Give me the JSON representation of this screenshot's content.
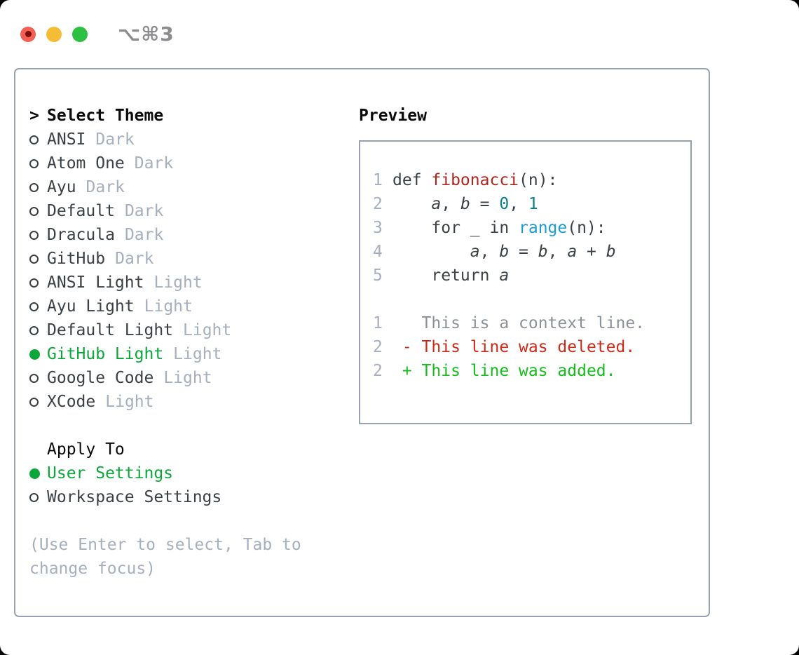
{
  "window": {
    "title": "⌥⌘3"
  },
  "colors": {
    "accent_green": "#0ca73b",
    "added_green": "#16bd1d",
    "deleted_red": "#cd2a18",
    "function_red": "#b0261c",
    "number_teal": "#0e7f8a",
    "builtin_blue": "#1d9bd4",
    "muted_gray": "#a5afbd",
    "border_gray": "#98a2ae",
    "text_dark": "#3a4045",
    "context_gray": "#8b9199",
    "header_black": "#0a0a0a",
    "titlebar_gray": "#8b8b90"
  },
  "theme_picker": {
    "prompt": ">",
    "header": "Select Theme",
    "items": [
      {
        "name": "ANSI",
        "tag": "Dark",
        "selected": false
      },
      {
        "name": "Atom One",
        "tag": "Dark",
        "selected": false
      },
      {
        "name": "Ayu",
        "tag": "Dark",
        "selected": false
      },
      {
        "name": "Default",
        "tag": "Dark",
        "selected": false
      },
      {
        "name": "Dracula",
        "tag": "Dark",
        "selected": false
      },
      {
        "name": "GitHub",
        "tag": "Dark",
        "selected": false
      },
      {
        "name": "ANSI Light",
        "tag": "Light",
        "selected": false
      },
      {
        "name": "Ayu Light",
        "tag": "Light",
        "selected": false
      },
      {
        "name": "Default Light",
        "tag": "Light",
        "selected": false
      },
      {
        "name": "GitHub Light",
        "tag": "Light",
        "selected": true
      },
      {
        "name": "Google Code",
        "tag": "Light",
        "selected": false
      },
      {
        "name": "XCode",
        "tag": "Light",
        "selected": false
      }
    ]
  },
  "apply_to": {
    "header": "Apply To",
    "options": [
      {
        "label": "User Settings",
        "selected": true
      },
      {
        "label": "Workspace Settings",
        "selected": false
      }
    ]
  },
  "hint": "(Use Enter to select, Tab to change focus)",
  "preview": {
    "header": "Preview",
    "lines": [
      {
        "num": "1",
        "segments": [
          {
            "t": "def ",
            "c": "t"
          },
          {
            "t": "fibonacci",
            "c": "fn"
          },
          {
            "t": "(n):",
            "c": "t"
          }
        ]
      },
      {
        "num": "2",
        "segments": [
          {
            "t": "    ",
            "c": "t"
          },
          {
            "t": "a",
            "c": "v"
          },
          {
            "t": ", ",
            "c": "t"
          },
          {
            "t": "b",
            "c": "v"
          },
          {
            "t": " = ",
            "c": "t"
          },
          {
            "t": "0",
            "c": "num"
          },
          {
            "t": ", ",
            "c": "t"
          },
          {
            "t": "1",
            "c": "num"
          }
        ]
      },
      {
        "num": "3",
        "segments": [
          {
            "t": "    for _ in ",
            "c": "t"
          },
          {
            "t": "range",
            "c": "b"
          },
          {
            "t": "(n):",
            "c": "t"
          }
        ]
      },
      {
        "num": "4",
        "segments": [
          {
            "t": "        ",
            "c": "t"
          },
          {
            "t": "a",
            "c": "v"
          },
          {
            "t": ", ",
            "c": "t"
          },
          {
            "t": "b",
            "c": "v"
          },
          {
            "t": " = ",
            "c": "t"
          },
          {
            "t": "b",
            "c": "v"
          },
          {
            "t": ", ",
            "c": "t"
          },
          {
            "t": "a",
            "c": "v"
          },
          {
            "t": " + ",
            "c": "t"
          },
          {
            "t": "b",
            "c": "v"
          }
        ]
      },
      {
        "num": "5",
        "segments": [
          {
            "t": "    return ",
            "c": "t"
          },
          {
            "t": "a",
            "c": "v"
          }
        ]
      },
      {
        "num": "",
        "segments": []
      },
      {
        "num": "1",
        "segments": [
          {
            "t": "   This is a context line.",
            "c": "ctx"
          }
        ]
      },
      {
        "num": "2",
        "segments": [
          {
            "t": " - This line was deleted.",
            "c": "del"
          }
        ]
      },
      {
        "num": "2",
        "segments": [
          {
            "t": " + This line was added.",
            "c": "add"
          }
        ]
      }
    ]
  }
}
